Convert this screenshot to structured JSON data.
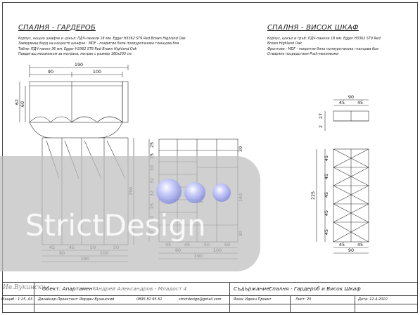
{
  "sheet": {
    "left_title": "СПАЛНЯ - ГАРДЕРОБ",
    "right_title": "СПАЛНЯ - ВИСОК ШКАФ",
    "left_notes": [
      "Корпус, нощно шкафче и цокъл: ПДЧ-панели 18 мм. Egger H3362 ST9 Red Brown Highland Oak",
      "Заевдяващ борд на нощното шкафче : MDF - покритие бяла полиуретанова гланцова боя",
      "Табла: ПДЧ-панел 36 мм. Egger H3362 ST9 Red Brown Highland Oak",
      "Повдигащ механизъм за матрака, матрак с размер  160х200 см."
    ],
    "right_notes": [
      "Корпус, цокъл и гръб: ПДЧ-панели 18 мм. Egger H3362 ST9 Red",
      "Brown Highland Oak",
      "Фронтове : MDF - покритие бяла полиуретанова гланцова боя",
      "Отваряне посредством Push-механизми"
    ]
  },
  "dims": {
    "bed_top": "190",
    "bed_a": "90",
    "bed_b": "100",
    "bed_h1": "62",
    "bed_h2": "60",
    "wardrobe_h": "250",
    "w_45a": "45",
    "w_45b": "45",
    "w_50a": "50",
    "w_50b": "50",
    "w_90a": "90",
    "w_100": "100",
    "w_190": "190",
    "s_25a": "25",
    "s_25b": "25",
    "s_30a": "30",
    "s_32a": "32",
    "s_32b": "32",
    "s_25c": "25",
    "s_30b": "30",
    "s_30c": "30",
    "s_30d": "30",
    "s_130": "130",
    "s_140": "140",
    "s_30e": "30",
    "i_45a": "45",
    "i_45b": "45",
    "i_50a": "50",
    "i_50b": "50",
    "i_90": "90",
    "i_100": "100",
    "i_190": "190",
    "tall_top": "90",
    "tall_45a": "45",
    "tall_45b": "45",
    "tall_27": "27",
    "tall_2": "2",
    "tall_225": "225",
    "tall_h45a": "45",
    "tall_h45b": "45",
    "tall_h45c": "45",
    "tall_h45d": "45",
    "tall_h45e": "45",
    "tall_45c": "45",
    "tall_45d": "45",
    "tall_90": "90"
  },
  "watermark": {
    "text": "StrictDesign"
  },
  "titleblock": {
    "object_label": "Обект: Апартамент",
    "object_value": "Андрей Александров - Младост 4",
    "content_label": "Съдържание:",
    "content_value": "Спалня - Гардероб  и Висок Шкаф",
    "scale": "Мащаб : 1:25, А3",
    "designer": "Дизайнер-Проектант: Йордан Вуханский",
    "phone": "0895 81 95 61",
    "email": "strictdesign@gmail.com",
    "phase": "Фаза: Идеен Проект",
    "sheet_no": "Лист: 20",
    "date": "Дата: 12.4.2010",
    "logo": "Ив.Вукински"
  }
}
